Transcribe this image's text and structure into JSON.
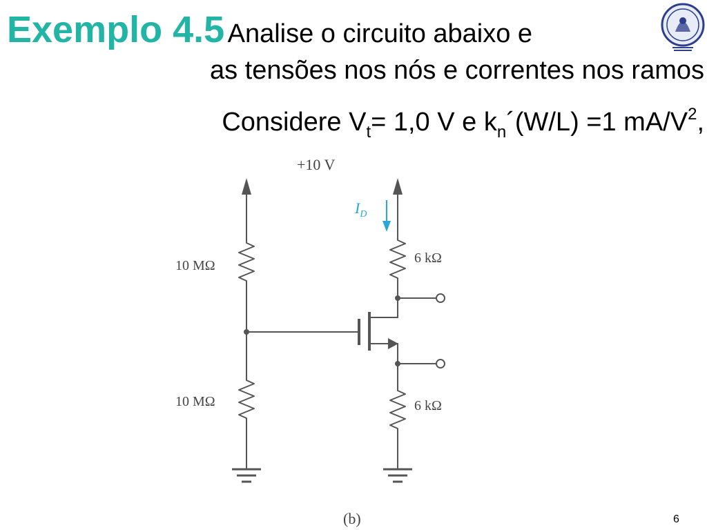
{
  "slide": {
    "title_bold": "Exemplo 4.5",
    "title_rest": "Analise o circuito abaixo e",
    "line2": "as tensões nos nós e correntes nos ramos",
    "line3": {
      "p1": "Considere V",
      "sub1": "t",
      "p2": "= 1,0 V e k",
      "sub2": "n",
      "p3": "´(W/L) =1 mA/V",
      "sup": "2",
      "p4": ","
    },
    "page_number": "6"
  },
  "colors": {
    "title": "#22b5a6",
    "current_label": "#2aa7d8",
    "logo_blue": "#2c3e8c",
    "wire": "#555555"
  },
  "circuit": {
    "supply": "+10 V",
    "r_top_left": "10 MΩ",
    "r_bottom_left": "10 MΩ",
    "r_drain": "6 kΩ",
    "r_source": "6 kΩ",
    "current_main": "I",
    "current_sub": "D",
    "caption": "(b)"
  }
}
